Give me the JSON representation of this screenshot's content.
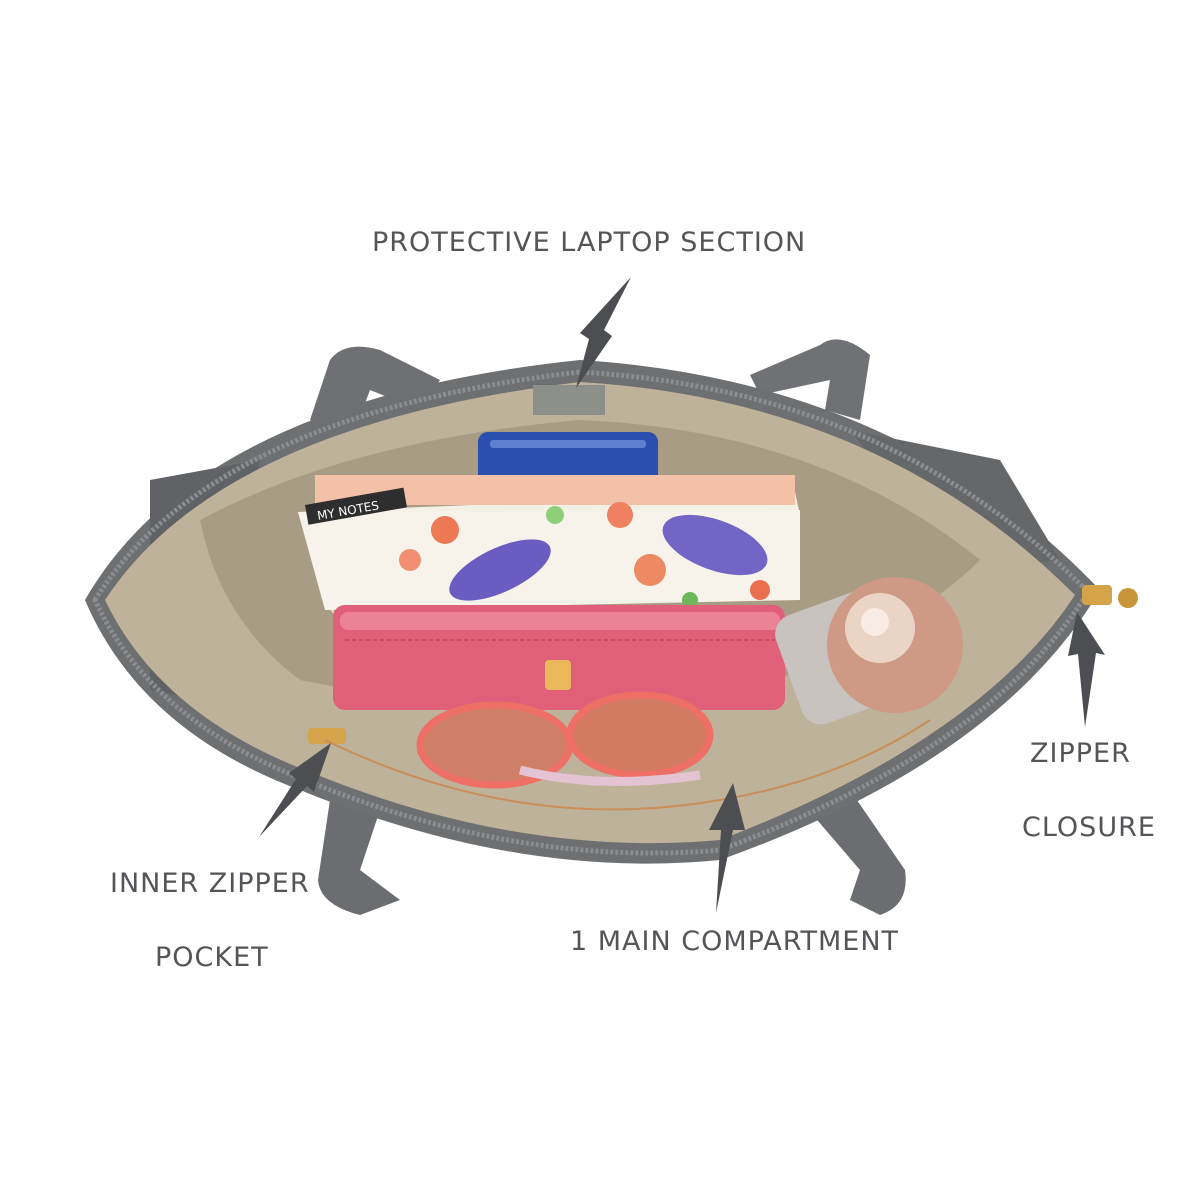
{
  "callouts": {
    "laptop_section": "PROTECTIVE LAPTOP SECTION",
    "zipper_closure_line1": "ZIPPER",
    "zipper_closure_line2": "CLOSURE",
    "inner_pocket_line1": "INNER ZIPPER",
    "inner_pocket_line2": "POCKET",
    "main_compartment": "1 MAIN COMPARTMENT"
  },
  "notebook_cover_text": "MY NOTES",
  "colors": {
    "bag_exterior": "#6e6f71",
    "lining": "#bfb29a",
    "label_text": "#555559",
    "arrow": "#4d4e52",
    "wallet": "#e0607a",
    "zipper_pull": "#d4a34a"
  }
}
